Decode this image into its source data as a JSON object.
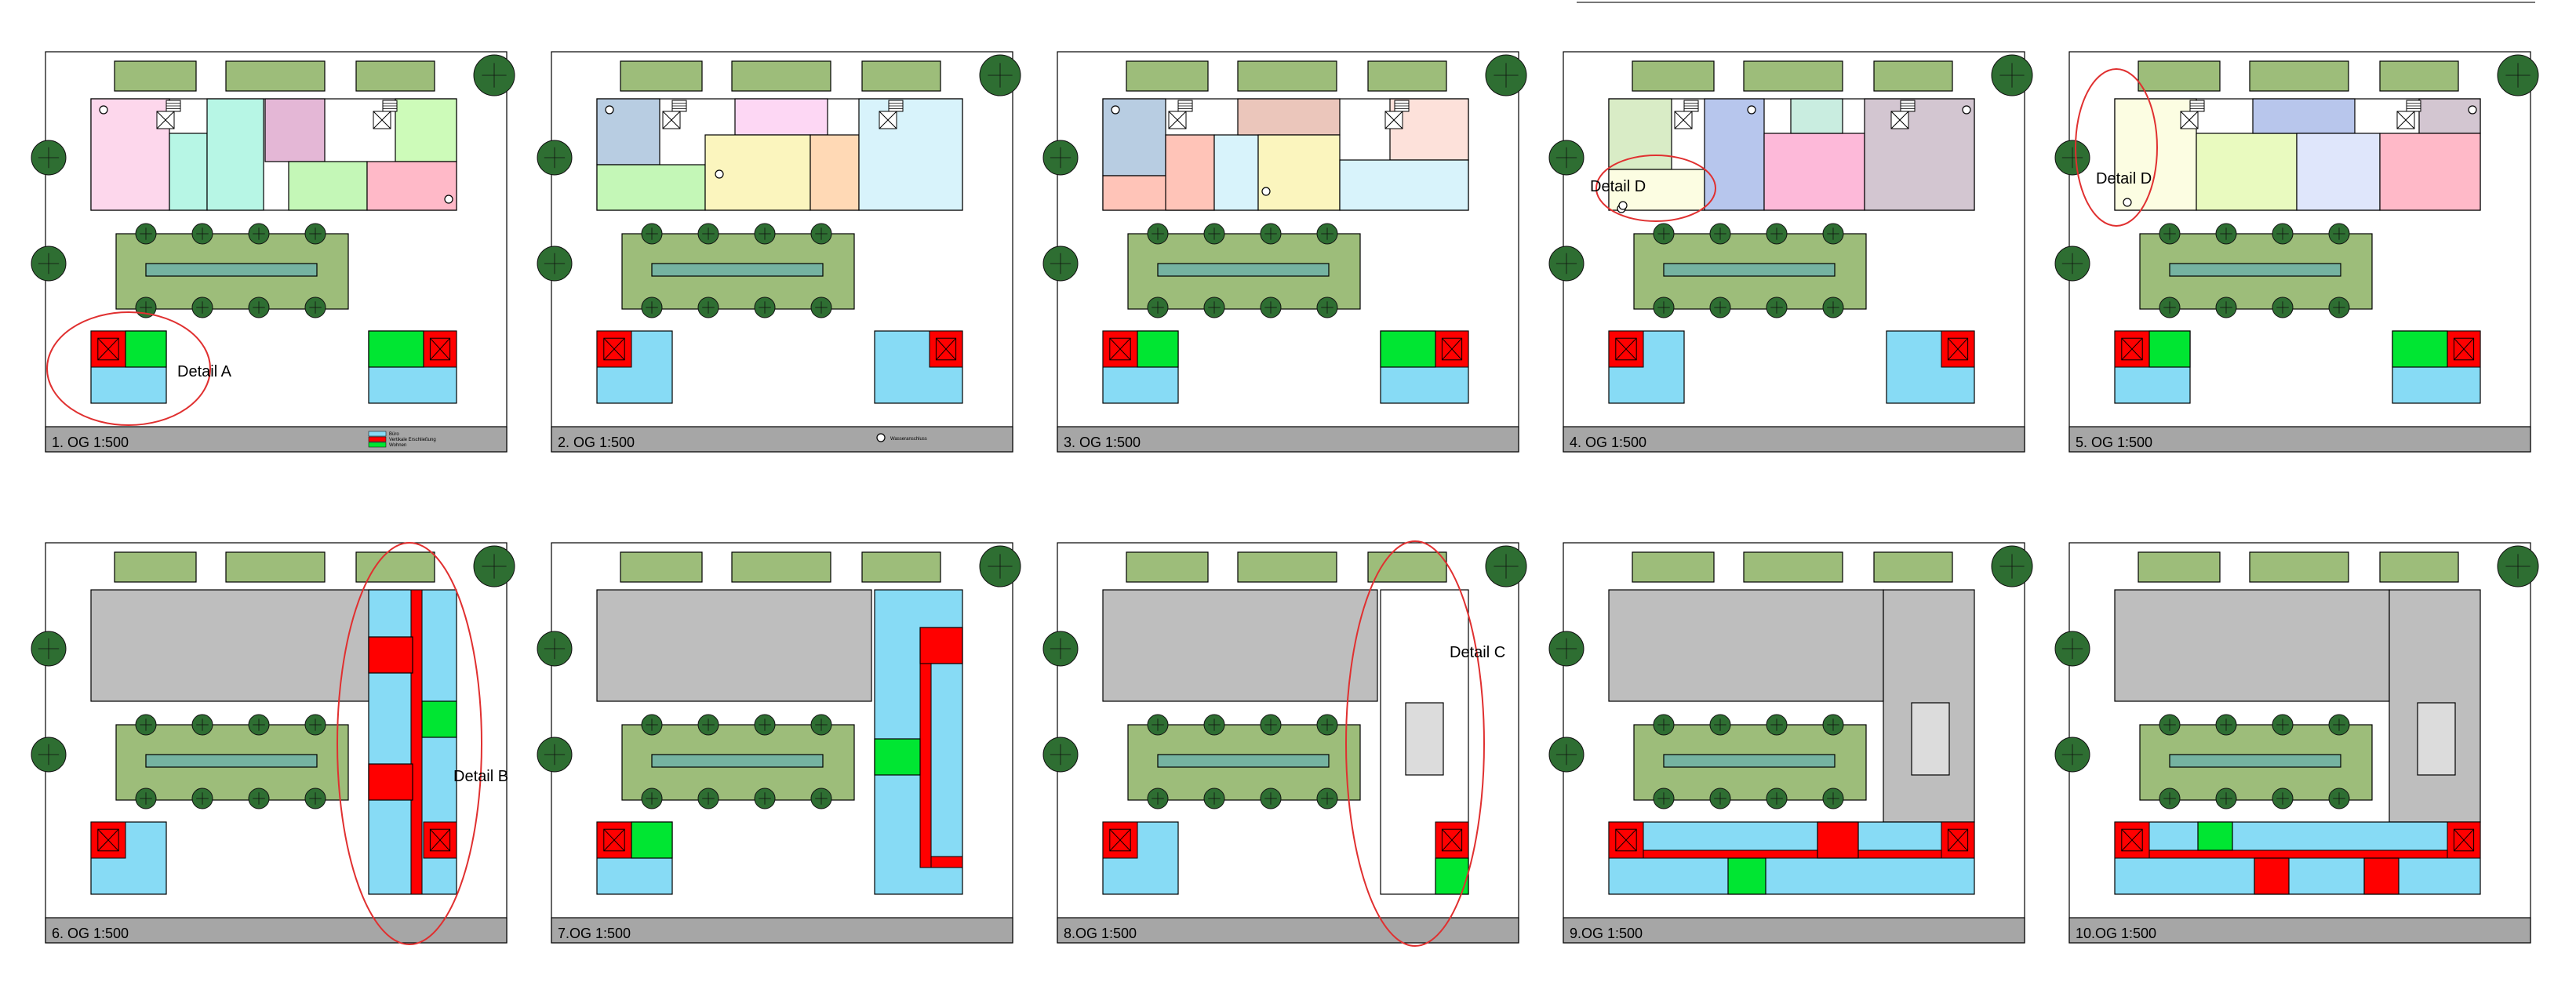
{
  "floors": [
    {
      "label": "1. OG 1:500"
    },
    {
      "label": "2. OG 1:500"
    },
    {
      "label": "3. OG 1:500"
    },
    {
      "label": "4. OG 1:500"
    },
    {
      "label": "5. OG 1:500"
    },
    {
      "label": "6. OG 1:500"
    },
    {
      "label": "7.OG 1:500"
    },
    {
      "label": "8.OG 1:500"
    },
    {
      "label": "9.OG 1:500"
    },
    {
      "label": "10.OG 1:500"
    }
  ],
  "details": {
    "a": "Detail A",
    "b": "Detail B",
    "c": "Detail C",
    "d": "Detail D"
  },
  "legend": {
    "item1": "Büro",
    "item2": "Vertikale Erschließung",
    "item3": "Wohnen",
    "marker": "Wasseranschluss"
  },
  "colors": {
    "office": "#87dbf5",
    "circulation": "#ff0000",
    "residential": "#00e632",
    "existing": "#bebebe",
    "greenery": "#9dbd7a",
    "tree": "#2e6e32",
    "water": "#75b3a1",
    "caption_bar": "#a6a6a6"
  }
}
